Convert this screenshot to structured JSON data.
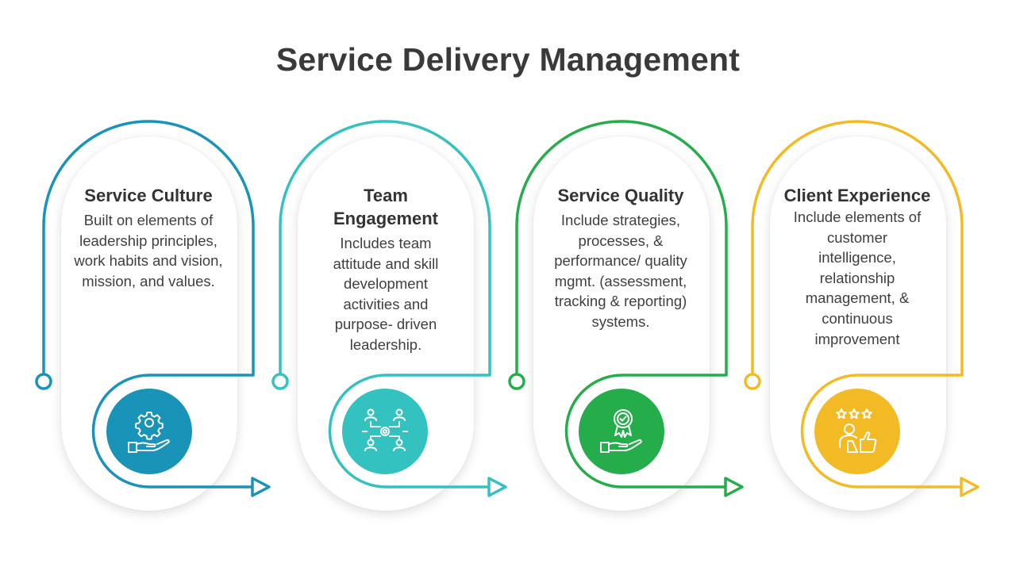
{
  "title": "Service Delivery Management",
  "cards": [
    {
      "title": "Service Culture",
      "body": "Built on elements of leadership principles, work habits and vision, mission, and values.",
      "color": "#1993b8",
      "icon": "gear-hand-icon"
    },
    {
      "title": "Team Engagement",
      "body": "Includes team attitude and skill development activities and purpose- driven leadership.",
      "color": "#33c2c0",
      "icon": "team-network-icon"
    },
    {
      "title": "Service Quality",
      "body": "Include strategies, processes, & performance/ quality mgmt. (assessment, tracking & reporting) systems.",
      "color": "#25ad4c",
      "icon": "award-hand-icon"
    },
    {
      "title": "Client Experience",
      "body": "Include elements of customer intelligence, relationship management, & continuous improvement",
      "color": "#f2bb26",
      "icon": "customer-rating-icon"
    }
  ]
}
